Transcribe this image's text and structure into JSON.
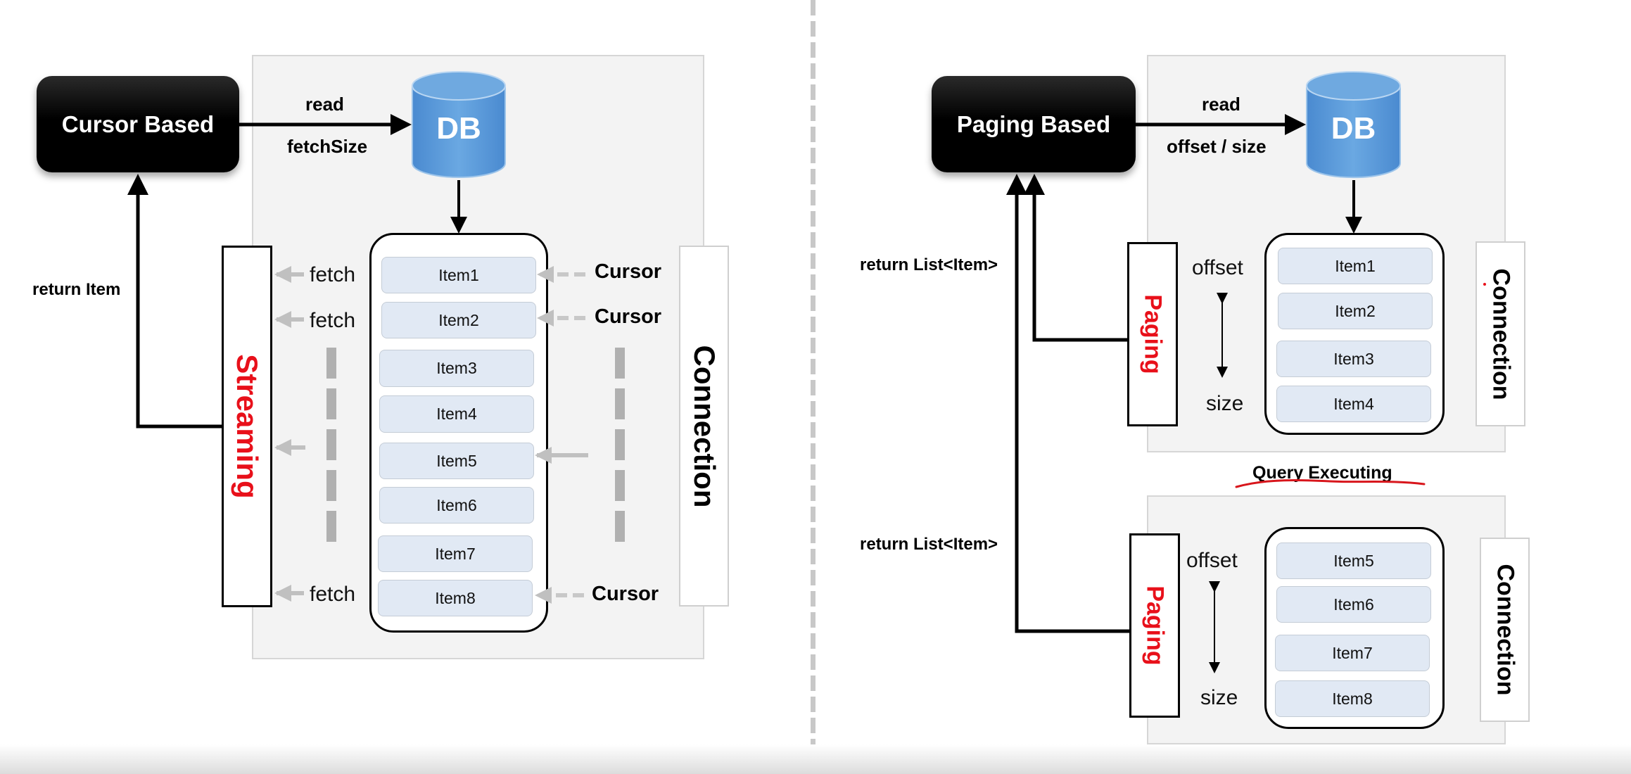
{
  "left": {
    "source_label": "Cursor Based",
    "read_label": "read",
    "param_label": "fetchSize",
    "db_label": "DB",
    "return_label": "return Item",
    "mode_label": "Streaming",
    "connection_label": "Connection",
    "fetch_label": "fetch",
    "cursor_label": "Cursor",
    "items": [
      "Item1",
      "Item2",
      "Item3",
      "Item4",
      "Item5",
      "Item6",
      "Item7",
      "Item8"
    ]
  },
  "right": {
    "source_label": "Paging Based",
    "read_label": "read",
    "param_label": "offset / size",
    "db_label": "DB",
    "return_label": "return List<Item>",
    "mode_label": "Paging",
    "connection_label": "Connection",
    "offset_label": "offset",
    "size_label": "size",
    "query_label": "Query Executing",
    "pages": [
      {
        "items": [
          "Item1",
          "Item2",
          "Item3",
          "Item4"
        ]
      },
      {
        "items": [
          "Item5",
          "Item6",
          "Item7",
          "Item8"
        ]
      }
    ]
  },
  "colors": {
    "accent_red": "#e8101a",
    "db_blue": "#5b9bd5",
    "item_fill": "#e1e9f4",
    "panel_fill": "#f3f3f3"
  }
}
